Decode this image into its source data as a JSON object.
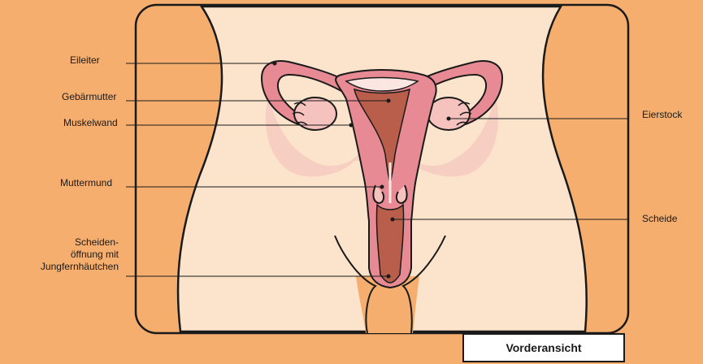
{
  "labels": {
    "eileiter": "Eileiter",
    "gebaermutter": "Gebärmutter",
    "muskelwand": "Muskelwand",
    "muttermund": "Muttermund",
    "scheidenoeffnung_1": "Scheiden-",
    "scheidenoeffnung_2": "öffnung mit",
    "scheidenoeffnung_3": "Jungfernhäutchen",
    "eierstock": "Eierstock",
    "scheide": "Scheide"
  },
  "caption": "Vorderansicht",
  "colors": {
    "background": "#F5AE6E",
    "skin": "#FCE3CC",
    "outline": "#1A1A1A",
    "tissue_pink": "#E88A93",
    "tissue_light": "#F6C2BE",
    "cavity_brown": "#B85E4A",
    "shadow_pink": "#F7CFC2"
  }
}
